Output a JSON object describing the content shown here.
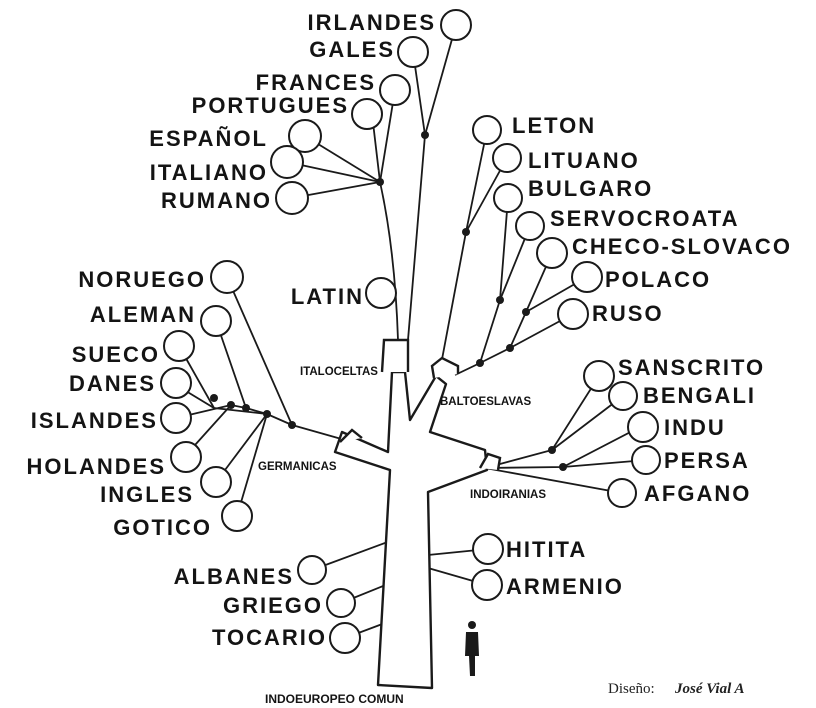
{
  "tree": {
    "root_label": "INDOEUROPEO COMUN",
    "branches": {
      "italoceltas": "ITALOCELTAS",
      "baltoeslavas": "BALTOESLAVAS",
      "germanicas": "GERMANICAS",
      "indoiranias": "INDOIRANIAS"
    },
    "languages": {
      "irlandes": "IRLANDES",
      "gales": "GALES",
      "frances": "FRANCES",
      "portugues": "PORTUGUES",
      "espanol": "ESPAÑOL",
      "italiano": "ITALIANO",
      "rumano": "RUMANO",
      "latin": "LATIN",
      "leton": "LETON",
      "lituano": "LITUANO",
      "bulgaro": "BULGARO",
      "servocroata": "SERVOCROATA",
      "checo_slovaco": "CHECO-SLOVACO",
      "polaco": "POLACO",
      "ruso": "RUSO",
      "noruego": "NORUEGO",
      "aleman": "ALEMAN",
      "sueco": "SUECO",
      "danes": "DANES",
      "islandes": "ISLANDES",
      "holandes": "HOLANDES",
      "ingles": "INGLES",
      "gotico": "GOTICO",
      "sanscrito": "SANSCRITO",
      "bengali": "BENGALI",
      "indu": "INDU",
      "persa": "PERSA",
      "afgano": "AFGANO",
      "hitita": "HITITA",
      "armenio": "ARMENIO",
      "albanes": "ALBANES",
      "griego": "GRIEGO",
      "tocario": "TOCARIO"
    }
  },
  "credit": {
    "prefix": "Diseño:",
    "author": "José Vial A"
  }
}
